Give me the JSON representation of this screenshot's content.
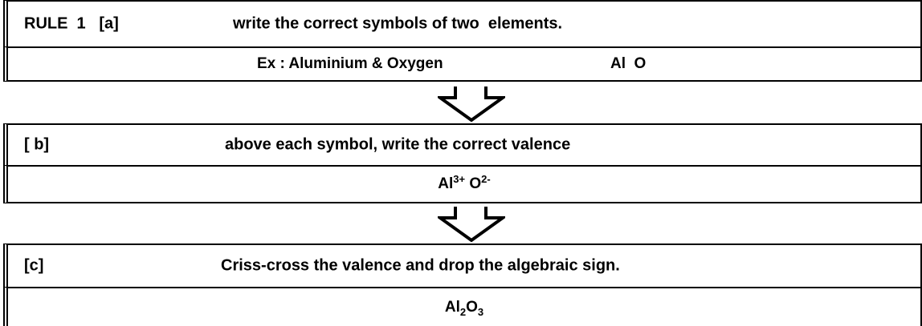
{
  "step_a": {
    "tag": "RULE  1   [a]",
    "instruction": "write the correct symbols of two  elements.",
    "example": "Ex : Aluminium & Oxygen",
    "symbols": "Al  O"
  },
  "step_b": {
    "tag": "[ b]",
    "instruction": "above each symbol, write the correct valence",
    "el1": "Al",
    "val1": "3+",
    "el2": "O",
    "val2": "2-"
  },
  "step_c": {
    "tag": "[c]",
    "instruction": "Criss-cross the valence and drop the algebraic sign.",
    "el1": "Al",
    "sub1": "2",
    "el2": "O",
    "sub2": "3"
  },
  "colors": {
    "border": "#000000",
    "background": "#ffffff",
    "text": "#000000"
  },
  "icons": {
    "connector": "down-arrow-icon"
  }
}
